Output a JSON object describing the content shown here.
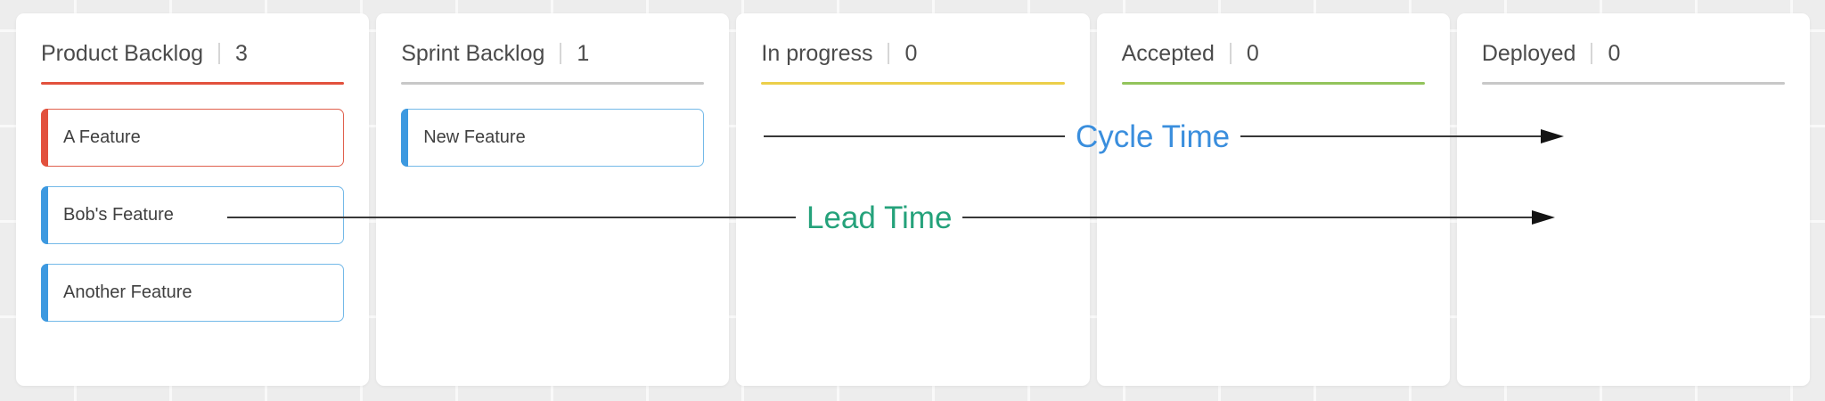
{
  "page": {
    "background": "#ededed"
  },
  "board": {
    "columns": [
      {
        "name": "Product Backlog",
        "count": "3",
        "accent": "#e2513d",
        "cards": [
          {
            "title": "A Feature",
            "color": "red"
          },
          {
            "title": "Bob's Feature",
            "color": "blue"
          },
          {
            "title": "Another Feature",
            "color": "blue"
          }
        ]
      },
      {
        "name": "Sprint Backlog",
        "count": "1",
        "accent": "#c8c8c8",
        "cards": [
          {
            "title": "New Feature",
            "color": "blue"
          }
        ]
      },
      {
        "name": "In progress",
        "count": "0",
        "accent": "#eccf4a",
        "cards": []
      },
      {
        "name": "Accepted",
        "count": "0",
        "accent": "#93c45c",
        "cards": []
      },
      {
        "name": "Deployed",
        "count": "0",
        "accent": "#c8c8c8",
        "cards": []
      }
    ],
    "card_colors": {
      "red": {
        "bar": "#e2513d",
        "border": "#e0614e"
      },
      "blue": {
        "bar": "#3d99e0",
        "border": "#74b9e8"
      }
    }
  },
  "annotations": {
    "cycle_time": {
      "label": "Cycle Time",
      "color": "#3a8edd"
    },
    "lead_time": {
      "label": "Lead Time",
      "color": "#25a27b"
    },
    "arrow_color": "#383838"
  }
}
